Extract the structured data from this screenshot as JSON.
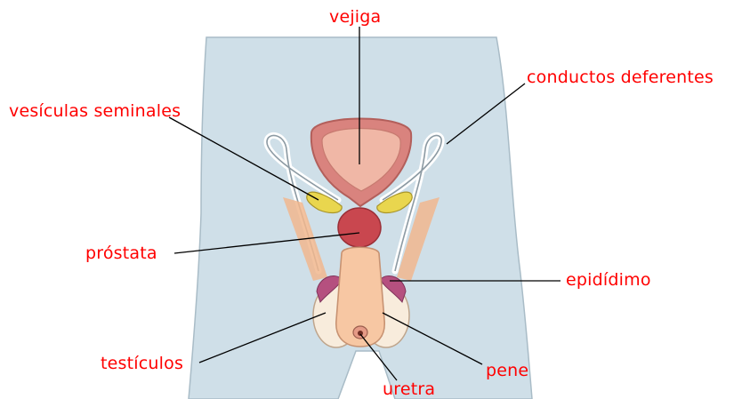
{
  "labels": {
    "vejiga": "vejiga",
    "conductos_deferentes": "conductos deferentes",
    "vesiculas_seminales": "vesículas seminales",
    "prostata": "próstata",
    "epididimo": "epidídimo",
    "testiculos": "testículos",
    "pene": "pene",
    "uretra": "uretra"
  },
  "colors": {
    "label": "#ff0000",
    "body_silhouette": "#cfdfe8",
    "bladder": "#d9837e",
    "prostate": "#c9474f",
    "penis": "#f7c7a3",
    "testis": "#f8ecdc",
    "epididymis": "#b5507f",
    "seminal_vesicle": "#e9d64e",
    "leader_line": "#000000"
  }
}
